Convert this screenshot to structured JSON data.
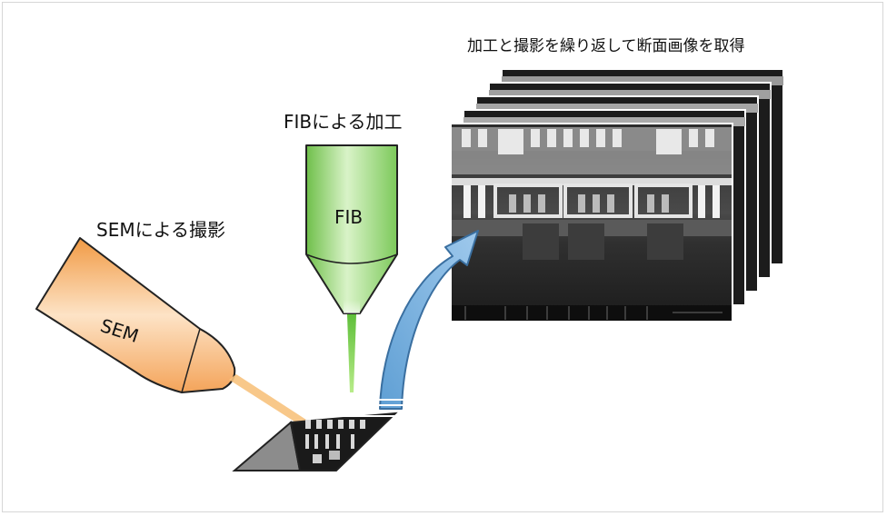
{
  "labels": {
    "stack_caption": "加工と撮影を繰り返して断面画像を取得",
    "fib_caption": "FIBによる加工",
    "sem_caption": "SEMによる撮影",
    "fib_column": "FIB",
    "sem_column": "SEM"
  },
  "colors": {
    "fib_green": "#a5dc85",
    "sem_orange": "#f5a45a",
    "arrow_blue": "#7fb3de",
    "sem_image_dark": "#1e1e1e"
  },
  "icons": {
    "arrow": "curved-arrow-icon"
  }
}
